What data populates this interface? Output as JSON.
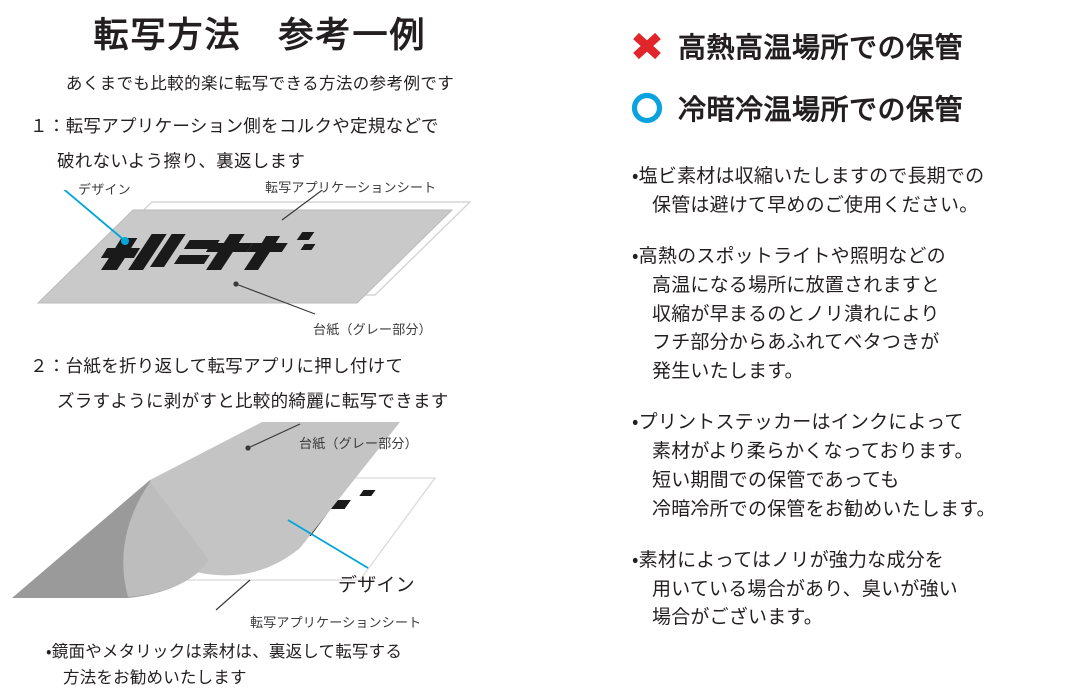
{
  "left": {
    "title": "転写方法　参考一例",
    "subtitle": "あくまでも比較的楽に転写できる方法の参考例です",
    "step1": {
      "line1": "１：転写アプリケーション側をコルクや定規などで",
      "line2": "破れないよう擦り、裏返します"
    },
    "step2": {
      "line1": "２：台紙を折り返して転写アプリに押し付けて",
      "line2": "ズラすように剥がすと比較的綺麗に転写できます"
    },
    "diagram1": {
      "label_design": "デザイン",
      "label_sheet": "転写アプリケーションシート",
      "label_backing": "台紙（グレー部分）"
    },
    "diagram2": {
      "label_backing": "台紙（グレー部分）",
      "label_design": "デザイン",
      "label_sheet": "転写アプリケーションシート"
    },
    "bottom_note": {
      "line1": "・鏡面やメタリックは素材は、裏返して転写する",
      "line2": "方法をお勧めいたします"
    }
  },
  "right": {
    "heading_bad": {
      "mark": "cross-mark-icon",
      "text": "高熱高温場所での保管"
    },
    "heading_good": {
      "mark": "circle-mark-icon",
      "text": "冷暗冷温場所での保管"
    },
    "notes": [
      {
        "bullet": "・",
        "lines": [
          "塩ビ素材は収縮いたしますので長期での",
          "保管は避けて早めのご使用ください。"
        ]
      },
      {
        "bullet": "・",
        "lines": [
          "高熱のスポットライトや照明などの",
          "高温になる場所に放置されますと",
          "収縮が早まるのとノリ潰れにより",
          "フチ部分からあふれてベタつきが",
          "発生いたします。"
        ]
      },
      {
        "bullet": "・",
        "lines": [
          "プリントステッカーはインクによって",
          "素材がより柔らかくなっております。",
          "短い期間での保管であっても",
          "冷暗冷所での保管をお勧めいたします。"
        ]
      },
      {
        "bullet": "・",
        "lines": [
          "素材によってはノリが強力な成分を",
          "用いている場合があり、臭いが強い",
          "場合がございます。"
        ]
      }
    ]
  },
  "colors": {
    "cross_red": "#e0262b",
    "circle_blue": "#0aa3e0",
    "leader_cyan": "#00a6d6",
    "text_dark": "#231f20",
    "backing_light_gray": "#c9c9c9",
    "backing_mid_gray": "#bdbdbd",
    "backing_dark_gray": "#9a9a9a",
    "sheet_outline": "#d5d5d5"
  }
}
